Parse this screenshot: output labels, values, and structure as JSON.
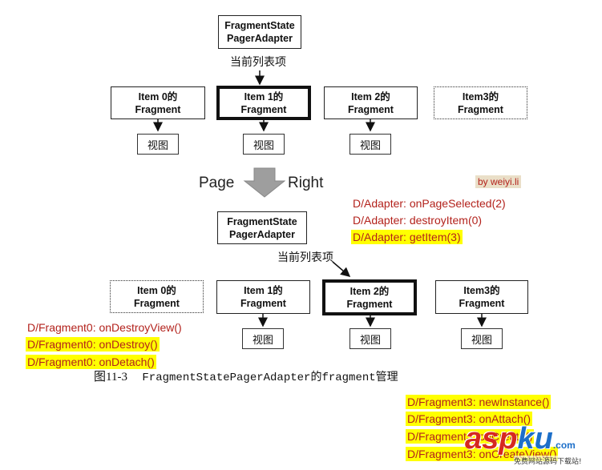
{
  "top": {
    "adapter_line1": "FragmentState",
    "adapter_line2": "PagerAdapter",
    "current_label": "当前列表项",
    "items": [
      {
        "line1": "Item 0的",
        "line2": "Fragment"
      },
      {
        "line1": "Item 1的",
        "line2": "Fragment"
      },
      {
        "line1": "Item 2的",
        "line2": "Fragment"
      },
      {
        "line1": "Item3的",
        "line2": "Fragment"
      }
    ],
    "view_label": "视图"
  },
  "divider": {
    "left_word": "Page",
    "right_word": "Right",
    "credit": "by weiyi.li"
  },
  "adapter_logs": [
    "D/Adapter: onPageSelected(2)",
    "D/Adapter: destroyItem(0)",
    "D/Adapter: getItem(3)"
  ],
  "bottom": {
    "adapter_line1": "FragmentState",
    "adapter_line2": "PagerAdapter",
    "current_label": "当前列表项",
    "items": [
      {
        "line1": "Item 0的",
        "line2": "Fragment"
      },
      {
        "line1": "Item 1的",
        "line2": "Fragment"
      },
      {
        "line1": "Item 2的",
        "line2": "Fragment"
      },
      {
        "line1": "Item3的",
        "line2": "Fragment"
      }
    ],
    "view_label": "视图"
  },
  "fragment0_logs": [
    "D/Fragment0: onDestroyView()",
    "D/Fragment0: onDestroy()",
    "D/Fragment0: onDetach()"
  ],
  "caption": {
    "number": "图11-3",
    "text": "FragmentStatePagerAdapter的fragment管理"
  },
  "fragment3_logs": [
    "D/Fragment3: newInstance()",
    "D/Fragment3: onAttach()",
    "D/Fragment3: onCreate()",
    "D/Fragment3: onCreateView()"
  ],
  "watermark": {
    "brand_a": "asp",
    "brand_b": "ku",
    "brand_c": ".com",
    "tagline": "免费网站源码下载站!"
  },
  "colors": {
    "log_red": "#b3221c",
    "highlight": "#ffff00",
    "watermark_red": "#d6281f",
    "watermark_blue": "#1d6fc9"
  }
}
